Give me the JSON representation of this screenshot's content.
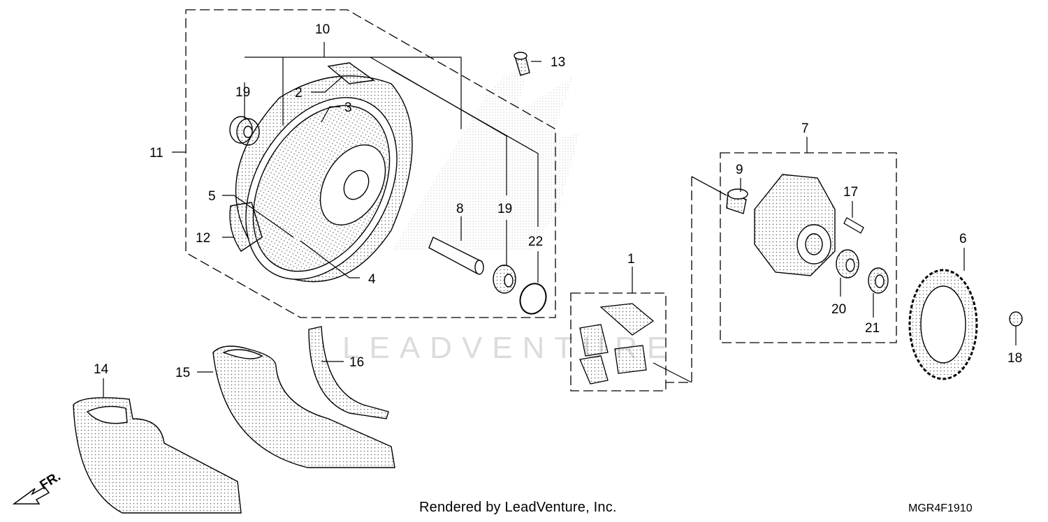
{
  "watermark": "LEADVENTURE",
  "footer": {
    "rendered_by": "Rendered by LeadVenture, Inc.",
    "diagram_code": "MGR4F1910"
  },
  "front_arrow_label": "FR.",
  "callouts": {
    "c1": "1",
    "c2": "2",
    "c3": "3",
    "c4": "4",
    "c5": "5",
    "c6": "6",
    "c7": "7",
    "c8": "8",
    "c9": "9",
    "c10": "10",
    "c11": "11",
    "c12": "12",
    "c13": "13",
    "c14": "14",
    "c15": "15",
    "c16": "16",
    "c17": "17",
    "c18": "18",
    "c19a": "19",
    "c19b": "19",
    "c20": "20",
    "c21": "21",
    "c22": "22"
  },
  "colors": {
    "line": "#000000",
    "stipple": "#9a9a9a",
    "watermark": "#dcdcdc"
  }
}
